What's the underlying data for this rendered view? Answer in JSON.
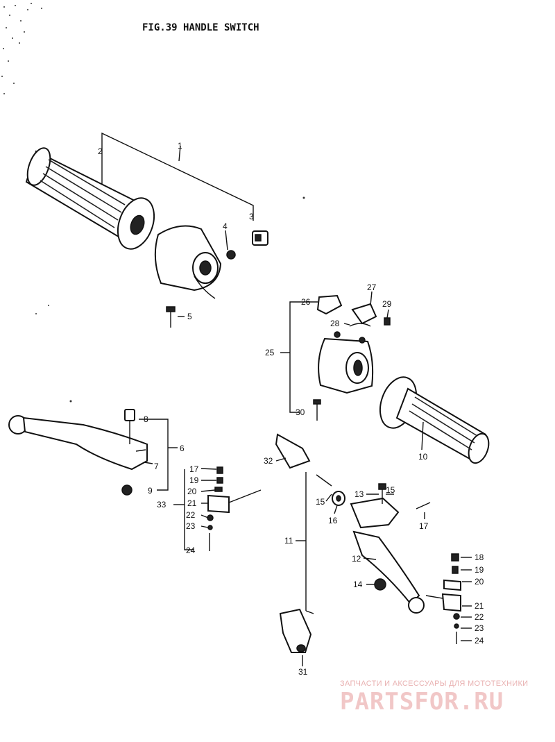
{
  "figure": {
    "title": "FIG.39  HANDLE SWITCH"
  },
  "callouts": [
    {
      "id": "c1",
      "label": "1"
    },
    {
      "id": "c2",
      "label": "2"
    },
    {
      "id": "c3",
      "label": "3"
    },
    {
      "id": "c4",
      "label": "4"
    },
    {
      "id": "c5",
      "label": "5"
    },
    {
      "id": "c6",
      "label": "6"
    },
    {
      "id": "c7",
      "label": "7"
    },
    {
      "id": "c8",
      "label": "8"
    },
    {
      "id": "c9",
      "label": "9"
    },
    {
      "id": "c10",
      "label": "10"
    },
    {
      "id": "c11",
      "label": "11"
    },
    {
      "id": "c12",
      "label": "12"
    },
    {
      "id": "c13",
      "label": "13"
    },
    {
      "id": "c14",
      "label": "14"
    },
    {
      "id": "c15a",
      "label": "15"
    },
    {
      "id": "c15b",
      "label": "15"
    },
    {
      "id": "c16",
      "label": "16"
    },
    {
      "id": "c17a",
      "label": "17"
    },
    {
      "id": "c17b",
      "label": "17"
    },
    {
      "id": "c18",
      "label": "18"
    },
    {
      "id": "c19a",
      "label": "19"
    },
    {
      "id": "c19b",
      "label": "19"
    },
    {
      "id": "c20a",
      "label": "20"
    },
    {
      "id": "c20b",
      "label": "20"
    },
    {
      "id": "c21a",
      "label": "21"
    },
    {
      "id": "c21b",
      "label": "21"
    },
    {
      "id": "c22a",
      "label": "22"
    },
    {
      "id": "c22b",
      "label": "22"
    },
    {
      "id": "c23a",
      "label": "23"
    },
    {
      "id": "c23b",
      "label": "23"
    },
    {
      "id": "c24a",
      "label": "24"
    },
    {
      "id": "c24b",
      "label": "24"
    },
    {
      "id": "c25",
      "label": "25"
    },
    {
      "id": "c26",
      "label": "26"
    },
    {
      "id": "c27",
      "label": "27"
    },
    {
      "id": "c28",
      "label": "28"
    },
    {
      "id": "c29",
      "label": "29"
    },
    {
      "id": "c30",
      "label": "30"
    },
    {
      "id": "c31",
      "label": "31"
    },
    {
      "id": "c32",
      "label": "32"
    },
    {
      "id": "c33",
      "label": "33"
    }
  ],
  "watermark": {
    "tagline": "ЗАПЧАСТИ И АКСЕССУАРЫ ДЛЯ МОТОТЕХНИКИ",
    "brand": "PARTSFOR.RU",
    "color": "#e9a3a3"
  }
}
